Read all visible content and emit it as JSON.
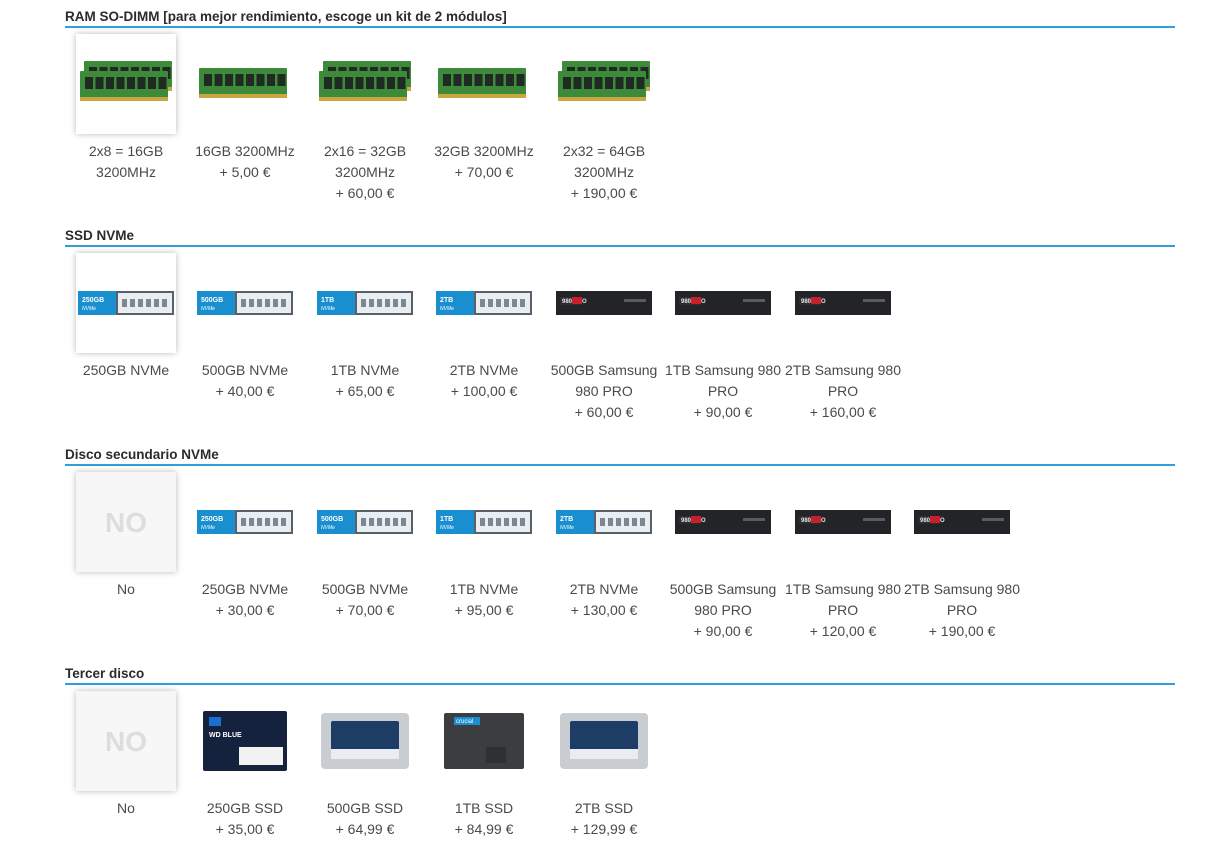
{
  "sections": [
    {
      "title": "RAM SO-DIMM [para mejor rendimiento, escoge un kit de 2 módulos]",
      "options": [
        {
          "label": "2x8 = 16GB 3200MHz",
          "price": "",
          "icon": "ram-kit-icon",
          "selected": true
        },
        {
          "label": "16GB 3200MHz",
          "price": "+ 5,00 €",
          "icon": "ram-stick-icon"
        },
        {
          "label": "2x16 = 32GB 3200MHz",
          "price": "+ 60,00 €",
          "icon": "ram-kit-icon"
        },
        {
          "label": "32GB 3200MHz",
          "price": "+ 70,00 €",
          "icon": "ram-stick-icon"
        },
        {
          "label": "2x32 = 64GB 3200MHz",
          "price": "+ 190,00 €",
          "icon": "ram-kit-icon"
        }
      ]
    },
    {
      "title": "SSD NVMe",
      "options": [
        {
          "label": "250GB NVMe",
          "price": "",
          "icon": "nvme-blue-icon",
          "badge": "250GB",
          "selected": true
        },
        {
          "label": "500GB NVMe",
          "price": "+ 40,00 €",
          "icon": "nvme-blue-icon",
          "badge": "500GB"
        },
        {
          "label": "1TB NVMe",
          "price": "+ 65,00 €",
          "icon": "nvme-blue-icon",
          "badge": "1TB"
        },
        {
          "label": "2TB NVMe",
          "price": "+ 100,00 €",
          "icon": "nvme-blue-icon",
          "badge": "2TB"
        },
        {
          "label": "500GB Samsung 980 PRO",
          "price": "+ 60,00 €",
          "icon": "nvme-samsung-icon",
          "badge": "980 PRO"
        },
        {
          "label": "1TB Samsung 980 PRO",
          "price": "+ 90,00 €",
          "icon": "nvme-samsung-icon",
          "badge": "980 PRO"
        },
        {
          "label": "2TB Samsung 980 PRO",
          "price": "+ 160,00 €",
          "icon": "nvme-samsung-icon",
          "badge": "980 PRO"
        }
      ]
    },
    {
      "title": "Disco secundario NVMe",
      "options": [
        {
          "label": "No",
          "price": "",
          "icon": "no-option-icon",
          "badge": "NO",
          "selected": true
        },
        {
          "label": "250GB NVMe",
          "price": "+ 30,00 €",
          "icon": "nvme-blue-icon",
          "badge": "250GB"
        },
        {
          "label": "500GB NVMe",
          "price": "+ 70,00 €",
          "icon": "nvme-blue-icon",
          "badge": "500GB"
        },
        {
          "label": "1TB NVMe",
          "price": "+ 95,00 €",
          "icon": "nvme-blue-icon",
          "badge": "1TB"
        },
        {
          "label": "2TB NVMe",
          "price": "+ 130,00 €",
          "icon": "nvme-blue-icon",
          "badge": "2TB"
        },
        {
          "label": "500GB Samsung 980 PRO",
          "price": "+ 90,00 €",
          "icon": "nvme-samsung-icon",
          "badge": "980 PRO"
        },
        {
          "label": "1TB Samsung 980 PRO",
          "price": "+ 120,00 €",
          "icon": "nvme-samsung-icon",
          "badge": "980 PRO"
        },
        {
          "label": "2TB Samsung 980 PRO",
          "price": "+ 190,00 €",
          "icon": "nvme-samsung-icon",
          "badge": "980 PRO"
        }
      ]
    },
    {
      "title": "Tercer disco",
      "options": [
        {
          "label": "No",
          "price": "",
          "icon": "no-option-icon",
          "badge": "NO",
          "selected": true
        },
        {
          "label": "250GB SSD",
          "price": "+ 35,00 €",
          "icon": "sata-ssd-wd-icon",
          "badge": "WD BLUE"
        },
        {
          "label": "500GB SSD",
          "price": "+ 64,99 €",
          "icon": "sata-ssd-crucial-mx-icon"
        },
        {
          "label": "1TB SSD",
          "price": "+ 84,99 €",
          "icon": "sata-ssd-crucial-bx-icon",
          "badge": "crucial"
        },
        {
          "label": "2TB SSD",
          "price": "+ 129,99 €",
          "icon": "sata-ssd-crucial-mx-icon"
        }
      ]
    }
  ],
  "colors": {
    "accent": "#2f9fd8",
    "text": "#4a4a4a",
    "title": "#2b2b2b"
  }
}
